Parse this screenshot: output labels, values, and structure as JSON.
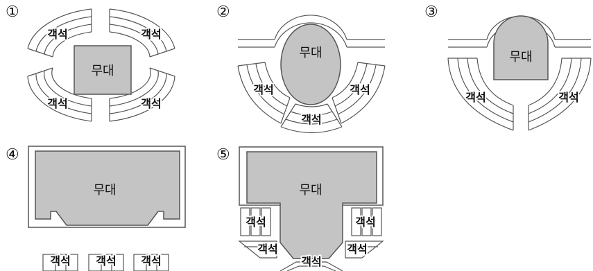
{
  "diagrams": [
    {
      "number": "①",
      "stage": "무대",
      "seats": [
        "객석",
        "객석",
        "객석",
        "객석"
      ]
    },
    {
      "number": "②",
      "stage": "무대",
      "seats": [
        "객석",
        "객석",
        "객석"
      ]
    },
    {
      "number": "③",
      "stage": "무대",
      "seats": [
        "객석",
        "객석"
      ]
    },
    {
      "number": "④",
      "stage": "무대",
      "seats": [
        "객석",
        "객석",
        "객석"
      ]
    },
    {
      "number": "⑤",
      "stage": "무대",
      "seats": [
        "객석",
        "객석",
        "객석",
        "객석",
        "객석"
      ]
    }
  ],
  "colors": {
    "stage_fill": "#c4c4c4",
    "outline": "#555555"
  }
}
